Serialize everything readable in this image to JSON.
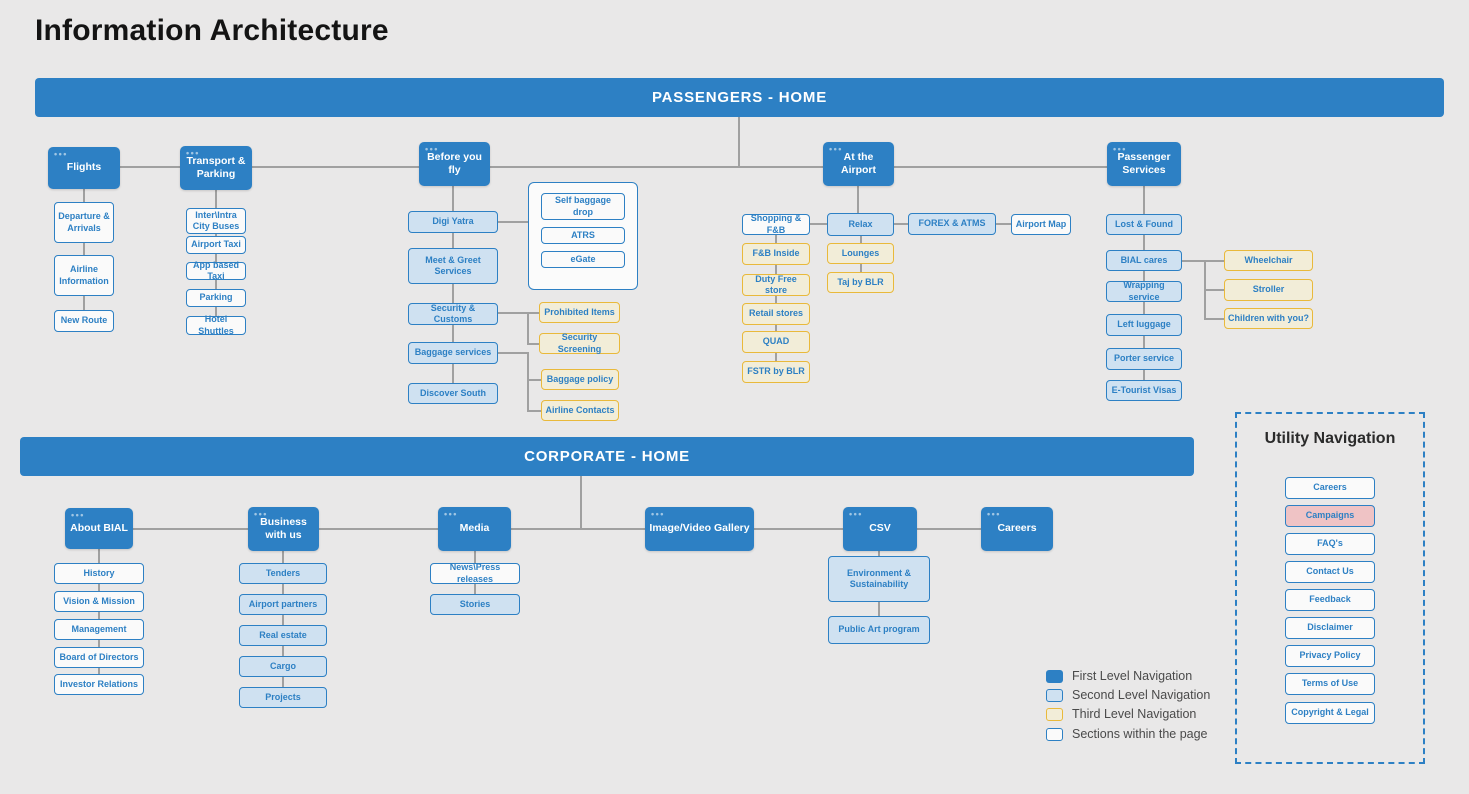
{
  "title": "Information Architecture",
  "colors": {
    "first_level": "#2d80c4",
    "second_level_fill": "#cfe1f1",
    "third_level_border": "#e9b93b",
    "third_level_fill": "#f2edd8",
    "section_fill": "#fafafa",
    "campaign_highlight": "#efc3c5",
    "background": "#e9e8e8",
    "connector": "#a0a0a0"
  },
  "passengers": {
    "header": "PASSENGERS - HOME",
    "flights": {
      "label": "Flights",
      "items": [
        "Departure & Arrivals",
        "Airline Information",
        "New Route"
      ]
    },
    "transport": {
      "label": "Transport & Parking",
      "items": [
        "Inter\\Intra City Buses",
        "Airport Taxi",
        "App based Taxi",
        "Parking",
        "Hotel Shuttles"
      ]
    },
    "before": {
      "label": "Before you fly",
      "items": [
        "Digi Yatra",
        "Meet & Greet Services",
        "Security & Customs",
        "Baggage services",
        "Discover South"
      ],
      "digi_group": [
        "Self baggage drop",
        "ATRS",
        "eGate"
      ],
      "security_sub": [
        "Prohibited Items",
        "Security Screening"
      ],
      "baggage_sub": [
        "Baggage policy",
        "Airline Contacts"
      ]
    },
    "airport": {
      "label": "At the Airport",
      "items": [
        "Shopping & F&B",
        "Relax",
        "FOREX & ATMS",
        "Airport Map"
      ],
      "shopping_sub": [
        "F&B Inside",
        "Duty Free store",
        "Retail stores",
        "QUAD",
        "FSTR by BLR"
      ],
      "relax_sub": [
        "Lounges",
        "Taj by BLR"
      ]
    },
    "services": {
      "label": "Passenger Services",
      "items": [
        "Lost & Found",
        "BIAL cares",
        "Wrapping service",
        "Left luggage",
        "Porter service",
        "E-Tourist Visas"
      ],
      "bial_sub": [
        "Wheelchair",
        "Stroller",
        "Children with you?"
      ]
    }
  },
  "corporate": {
    "header": "CORPORATE - HOME",
    "about": {
      "label": "About BIAL",
      "items": [
        "History",
        "Vision & Mission",
        "Management",
        "Board of Directors",
        "Investor Relations"
      ]
    },
    "business": {
      "label": "Business with us",
      "items": [
        "Tenders",
        "Airport partners",
        "Real estate",
        "Cargo",
        "Projects"
      ]
    },
    "media": {
      "label": "Media",
      "items": [
        "News\\Press releases",
        "Stories"
      ]
    },
    "gallery": {
      "label": "Image/Video Gallery"
    },
    "csv": {
      "label": "CSV",
      "items": [
        "Environment & Sustainability",
        "Public Art program"
      ]
    },
    "careers": {
      "label": "Careers"
    }
  },
  "utility": {
    "title": "Utility Navigation",
    "items": [
      "Careers",
      "Campaigns",
      "FAQ's",
      "Contact Us",
      "Feedback",
      "Disclaimer",
      "Privacy Policy",
      "Terms of Use",
      "Copyright & Legal"
    ]
  },
  "legend": {
    "items": [
      "First Level Navigation",
      "Second Level Navigation",
      "Third Level Navigation",
      "Sections within the page"
    ]
  }
}
